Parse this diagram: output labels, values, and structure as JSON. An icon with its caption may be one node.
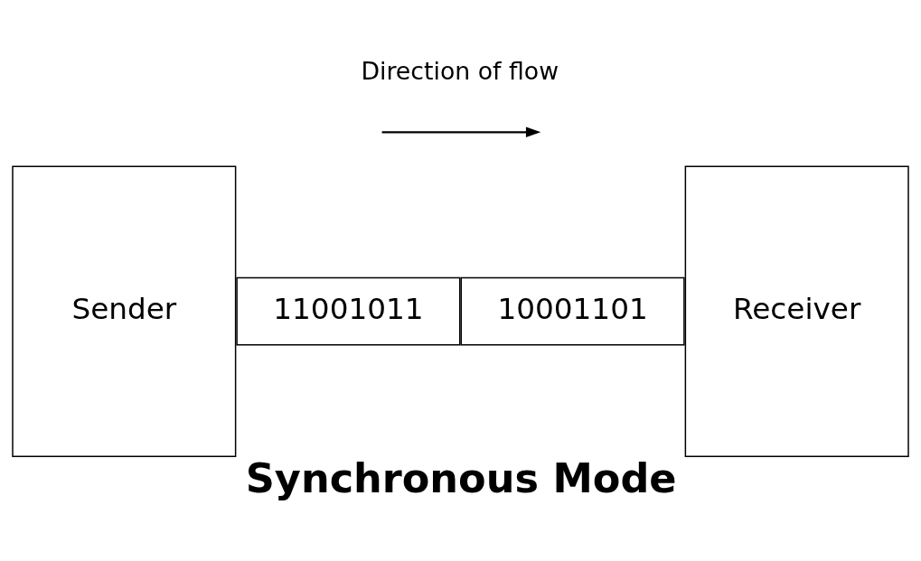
{
  "diagram": {
    "caption": "Synchronous Mode",
    "nodes": [
      {
        "text": [
          "Sender"
        ]
      },
      {
        "text": [
          "11001011"
        ]
      },
      {
        "text": [
          "10001101"
        ]
      },
      {
        "text": [
          "Receiver"
        ]
      }
    ],
    "labels": [
      "Direction of flow"
    ]
  }
}
